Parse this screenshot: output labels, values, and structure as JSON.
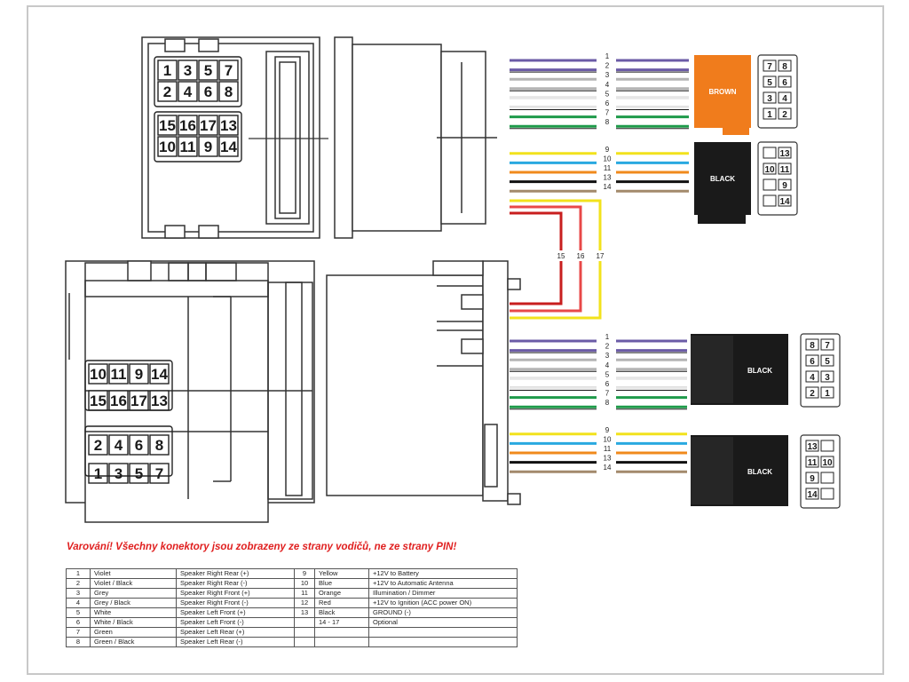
{
  "top_connector_pins": {
    "row1": [
      "1",
      "3",
      "5",
      "7"
    ],
    "row2": [
      "2",
      "4",
      "6",
      "8"
    ],
    "row3": [
      "15",
      "16",
      "17",
      "13"
    ],
    "row4": [
      "10",
      "11",
      "9",
      "14"
    ]
  },
  "bottom_connector_pins": {
    "row1": [
      "10",
      "11",
      "9",
      "14"
    ],
    "row2": [
      "15",
      "16",
      "17",
      "13"
    ],
    "row3": [
      "2",
      "4",
      "6",
      "8"
    ],
    "row4": [
      "1",
      "3",
      "5",
      "7"
    ]
  },
  "top_wires": [
    {
      "num": "1",
      "color": "#6b5ba6"
    },
    {
      "num": "2",
      "color": "#6b5ba6",
      "stripe": "#1a1a1a"
    },
    {
      "num": "3",
      "color": "#b4b4b4"
    },
    {
      "num": "4",
      "color": "#b4b4b4",
      "stripe": "#1a1a1a"
    },
    {
      "num": "5",
      "color": "#e8e8e8"
    },
    {
      "num": "6",
      "color": "#e8e8e8",
      "stripe": "#1a1a1a"
    },
    {
      "num": "7",
      "color": "#1e9a4a"
    },
    {
      "num": "8",
      "color": "#1e9a4a",
      "stripe": "#1a1a1a"
    },
    {
      "num": "9",
      "color": "#f2e21c"
    },
    {
      "num": "10",
      "color": "#29a9e0"
    },
    {
      "num": "11",
      "color": "#f08a1c"
    },
    {
      "num": "13",
      "color": "#111111"
    },
    {
      "num": "14",
      "color": "#a38a6c"
    }
  ],
  "bottom_wires": [
    {
      "num": "1",
      "color": "#6b5ba6"
    },
    {
      "num": "2",
      "color": "#6b5ba6",
      "stripe": "#1a1a1a"
    },
    {
      "num": "3",
      "color": "#b4b4b4"
    },
    {
      "num": "4",
      "color": "#b4b4b4",
      "stripe": "#1a1a1a"
    },
    {
      "num": "5",
      "color": "#e8e8e8"
    },
    {
      "num": "6",
      "color": "#e8e8e8",
      "stripe": "#1a1a1a"
    },
    {
      "num": "7",
      "color": "#1e9a4a"
    },
    {
      "num": "8",
      "color": "#1e9a4a",
      "stripe": "#1a1a1a"
    },
    {
      "num": "9",
      "color": "#f2e21c"
    },
    {
      "num": "10",
      "color": "#29a9e0"
    },
    {
      "num": "11",
      "color": "#f08a1c"
    },
    {
      "num": "13",
      "color": "#111111"
    },
    {
      "num": "14",
      "color": "#a38a6c"
    }
  ],
  "loop_wires": [
    {
      "num": "15",
      "color": "#c81e1e"
    },
    {
      "num": "16",
      "color": "#e84848"
    },
    {
      "num": "17",
      "color": "#f2e21c"
    }
  ],
  "connectors": {
    "brown_label": "BROWN",
    "brown_color": "#f07c1c",
    "black_label": "BLACK",
    "black_color": "#1a1a1a"
  },
  "side_pins": {
    "brown": [
      [
        "7",
        "8"
      ],
      [
        "5",
        "6"
      ],
      [
        "3",
        "4"
      ],
      [
        "1",
        "2"
      ]
    ],
    "black_top": [
      [
        "",
        "13"
      ],
      [
        "10",
        "11"
      ],
      [
        "",
        "9"
      ],
      [
        "",
        "14"
      ]
    ],
    "black_right_a": [
      [
        "8",
        "7"
      ],
      [
        "6",
        "5"
      ],
      [
        "4",
        "3"
      ],
      [
        "2",
        "1"
      ]
    ],
    "black_right_b": [
      [
        "13",
        ""
      ],
      [
        "11",
        "10"
      ],
      [
        "9",
        ""
      ],
      [
        "14",
        ""
      ]
    ]
  },
  "warning": "Varování! Všechny konektory jsou zobrazeny ze strany vodičů, ne ze strany PIN!",
  "pin_table": [
    {
      "pin": "1",
      "color": "Violet",
      "function": "Speaker Right Rear (+)",
      "pin2": "9",
      "color2": "Yellow",
      "function2": "+12V to Battery"
    },
    {
      "pin": "2",
      "color": "Violet / Black",
      "function": "Speaker Right Rear (-)",
      "pin2": "10",
      "color2": "Blue",
      "function2": "+12V to Automatic Antenna"
    },
    {
      "pin": "3",
      "color": "Grey",
      "function": "Speaker Right Front (+)",
      "pin2": "11",
      "color2": "Orange",
      "function2": "Illumination / Dimmer"
    },
    {
      "pin": "4",
      "color": "Grey / Black",
      "function": "Speaker Right Front (-)",
      "pin2": "12",
      "color2": "Red",
      "function2": "+12V to Ignition (ACC power ON)"
    },
    {
      "pin": "5",
      "color": "White",
      "function": "Speaker Left Front (+)",
      "pin2": "13",
      "color2": "Black",
      "function2": "GROUND (-)"
    },
    {
      "pin": "6",
      "color": "White / Black",
      "function": "Speaker Left Front (-)",
      "pin2": "",
      "color2": "14 - 17",
      "function2": "Optional"
    },
    {
      "pin": "7",
      "color": "Green",
      "function": "Speaker Left Rear (+)",
      "pin2": "",
      "color2": "",
      "function2": ""
    },
    {
      "pin": "8",
      "color": "Green / Black",
      "function": "Speaker Left Rear (-)",
      "pin2": "",
      "color2": "",
      "function2": ""
    }
  ]
}
